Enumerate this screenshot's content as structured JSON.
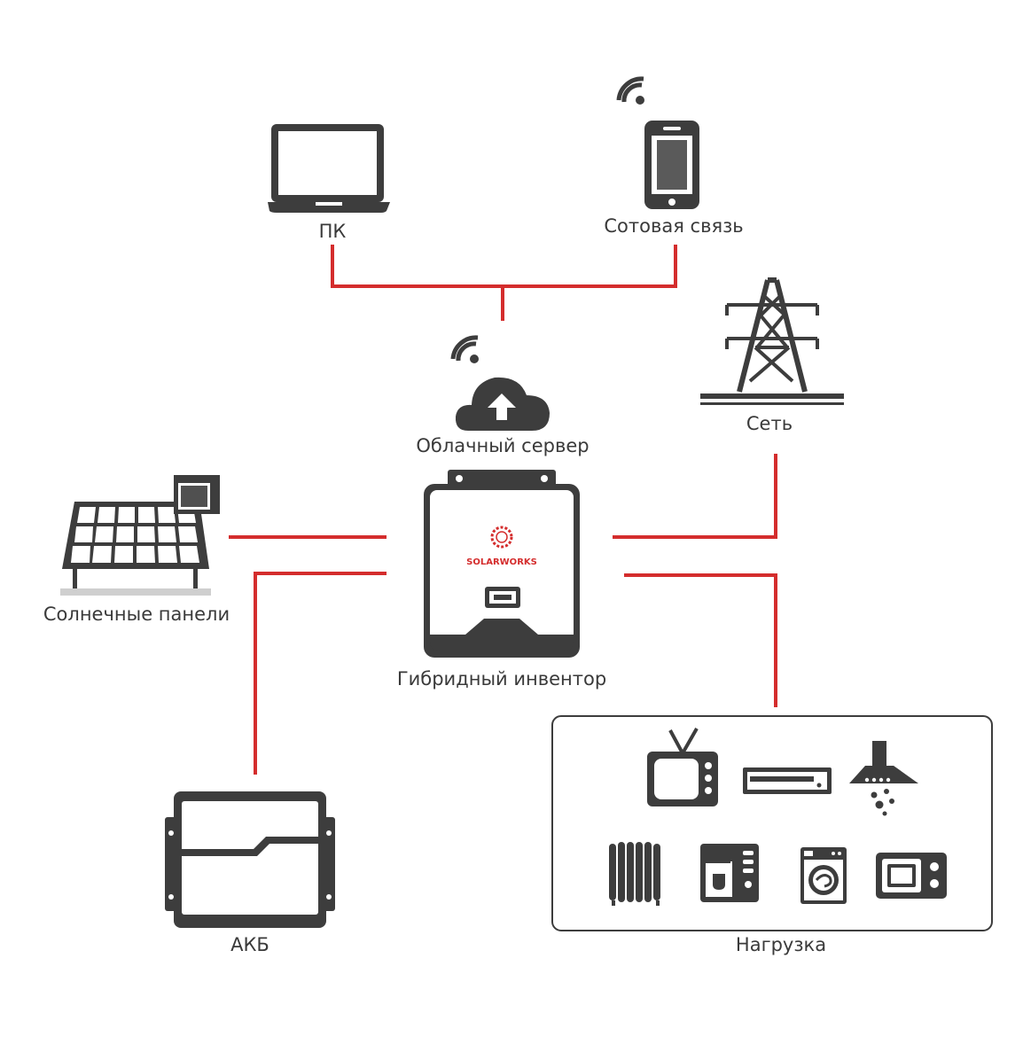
{
  "labels": {
    "pc": "ПК",
    "mobile": "Сотовая связь",
    "cloud": "Облачный сервер",
    "grid": "Сеть",
    "solar": "Солнечные панели",
    "inverter": "Гибридный инвентор",
    "battery": "АКБ",
    "load": "Нагрузка"
  },
  "inverter_brand": {
    "part1": "SOLAR",
    "part2": "WORKS"
  },
  "colors": {
    "wire": "#d42d2d",
    "icon": "#3d3d3d",
    "text": "#3a3a3a"
  },
  "icons": {
    "pc": "laptop-icon",
    "mobile": "smartphone-icon",
    "cloud": "cloud-upload-icon",
    "grid": "power-tower-icon",
    "solar": "solar-panel-icon",
    "inverter": "inverter-icon",
    "battery": "battery-icon",
    "load": [
      "tv-icon",
      "dvd-player-icon",
      "range-hood-icon",
      "oil-heater-icon",
      "coffee-machine-icon",
      "washing-machine-icon",
      "microwave-icon"
    ]
  }
}
